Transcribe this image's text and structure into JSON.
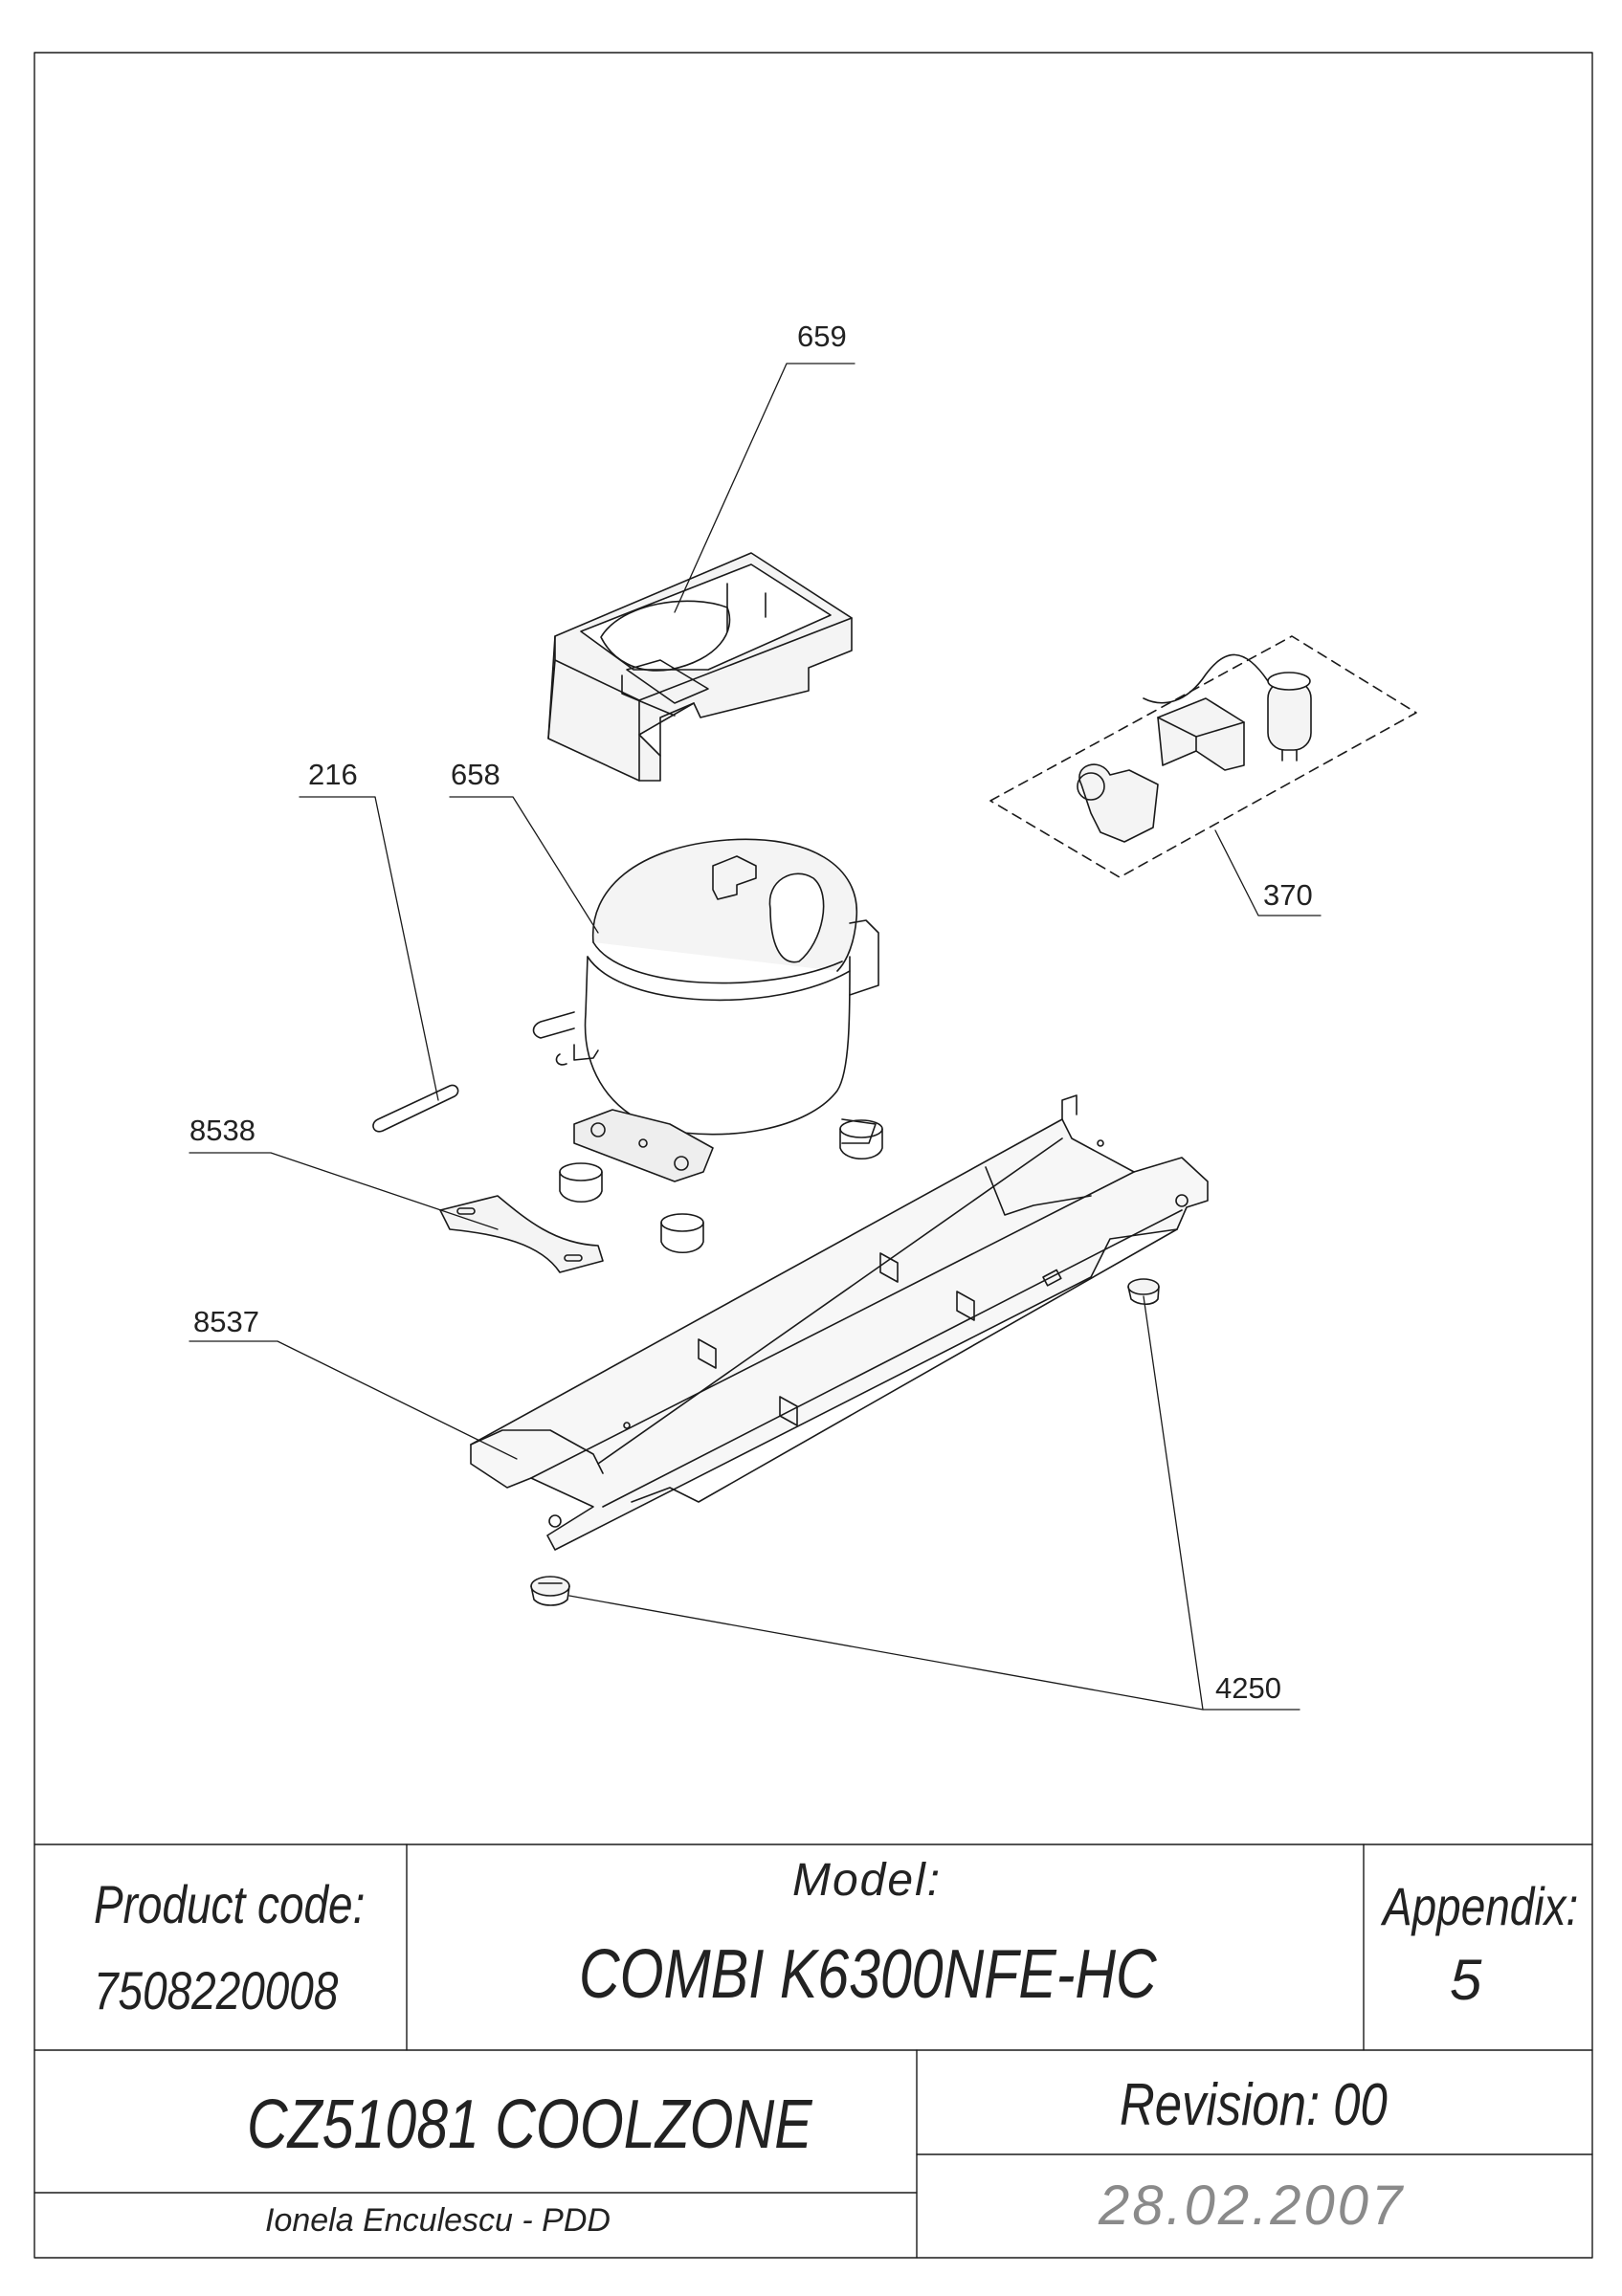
{
  "callouts": {
    "c659": "659",
    "c216": "216",
    "c658": "658",
    "c370": "370",
    "c8538": "8538",
    "c8537": "8537",
    "c4250": "4250"
  },
  "title_block": {
    "product_code_label": "Product code:",
    "product_code": "7508220008",
    "model_label": "Model:",
    "model": "COMBI K6300NFE-HC",
    "appendix_label": "Appendix:",
    "appendix": "5",
    "name": "CZ51081 COOLZONE",
    "revision": "Revision: 00",
    "author": "Ionela Enculescu - PDD",
    "date": "28.02.2007"
  },
  "colors": {
    "line": "#1a1a1a",
    "date": "#8a8a8a",
    "fill_light": "#f2f2f2"
  }
}
